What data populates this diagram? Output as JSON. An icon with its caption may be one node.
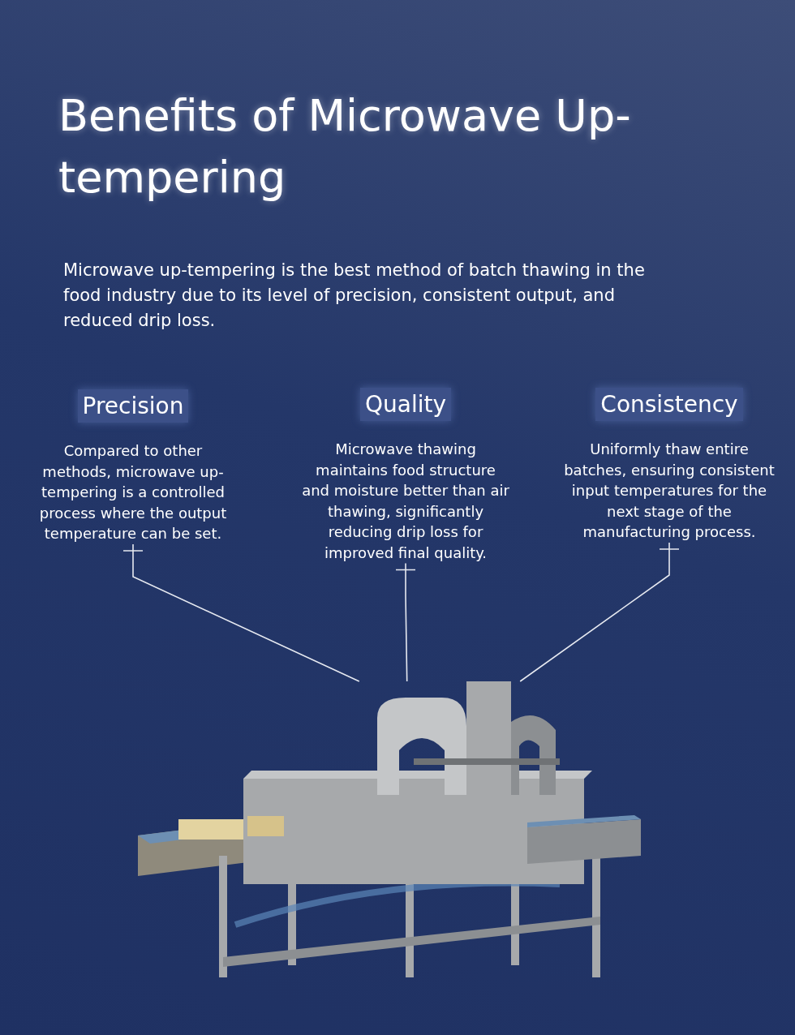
{
  "diagram": {
    "title": "Benefits of Microwave Up-tempering",
    "nodes": [
      {
        "text": [
          "Precision",
          "Compared to other methods, microwave up-tempering is a controlled process where the output temperature can be set."
        ]
      },
      {
        "text": [
          "Quality",
          "Microwave thawing maintains food structure and moisture better than air thawing, significantly reducing drip loss for improved final quality."
        ]
      },
      {
        "text": [
          "Consistency",
          "Uniformly thaw entire batches, ensuring consistent input temperatures for the next stage of the manufacturing process."
        ]
      },
      {
        "text": [],
        "shape": "picture"
      }
    ],
    "edges": [
      {
        "from": 0,
        "to": 3,
        "arrow": "none"
      },
      {
        "from": 1,
        "to": 3,
        "arrow": "none"
      },
      {
        "from": 2,
        "to": 3,
        "arrow": "none"
      }
    ],
    "labels": [
      "Microwave up-tempering is the best method of batch thawing in the food industry due to its level of precision, consistent output, and reduced drip loss."
    ]
  }
}
